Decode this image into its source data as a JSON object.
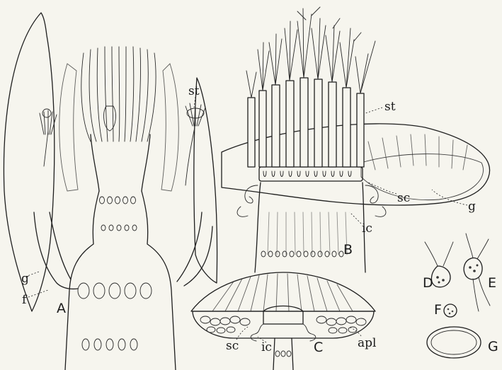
{
  "figure": {
    "panel_labels": {
      "A": "A",
      "B": "B",
      "C": "C",
      "D": "D",
      "E": "E",
      "F": "F",
      "G": "G"
    },
    "part_labels": {
      "st_a": "st",
      "st_b": "st",
      "g_a": "g",
      "g_b": "g",
      "f": "f",
      "sc_b": "sc",
      "ic_b": "ic",
      "sc_c": "sc",
      "ic_c": "ic",
      "apl": "apl"
    }
  }
}
